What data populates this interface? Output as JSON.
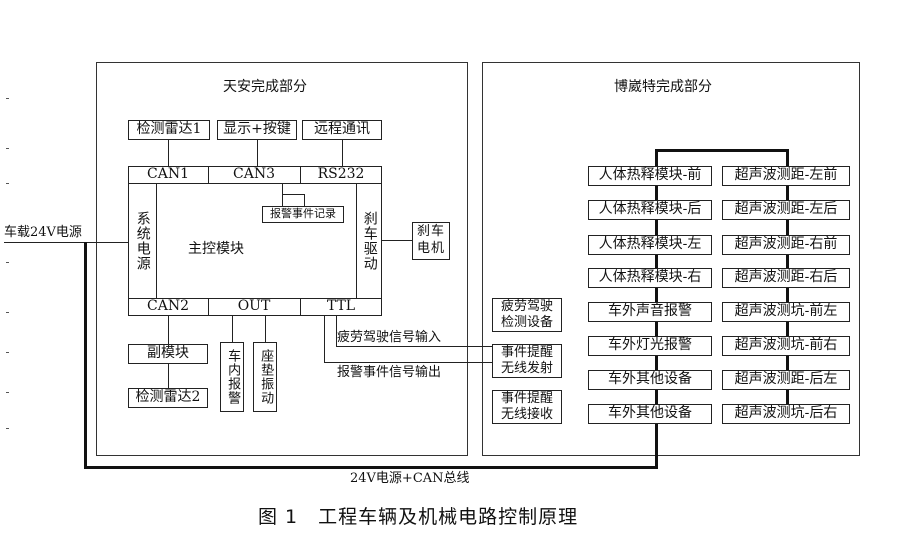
{
  "left_panel": {
    "title": "天安完成部分",
    "top_modules": [
      "检测雷达1",
      "显示+按键",
      "远程通讯"
    ],
    "ports_top": [
      "CAN1",
      "CAN3",
      "RS232"
    ],
    "ports_bottom": [
      "CAN2",
      "OUT",
      "TTL"
    ],
    "system_power": "系统电源",
    "brake_drive": "刹车驱动",
    "main_module": "主控模块",
    "alarm_record": "报警事件记录",
    "brake_motor": "刹车电机",
    "sub_module": "副模块",
    "radar2": "检测雷达2",
    "cabin_alarm": "车内报警",
    "seat_vibration": "座垫振动"
  },
  "power_label": "车载24V电源",
  "bus_label": "24V电源+CAN总线",
  "signals": {
    "fatigue_in": "疲劳驾驶信号输入",
    "alarm_out": "报警事件信号输出"
  },
  "middle_devices": [
    "疲劳驾驶检测设备",
    "事件提醒无线发射",
    "事件提醒无线接收"
  ],
  "right_panel": {
    "title": "博崴特完成部分",
    "left_column": [
      "人体热释模块-前",
      "人体热释模块-后",
      "人体热释模块-左",
      "人体热释模块-右",
      "车外声音报警",
      "车外灯光报警",
      "车外其他设备",
      "车外其他设备"
    ],
    "right_column": [
      "超声波测距-左前",
      "超声波测距-左后",
      "超声波测距-右前",
      "超声波测距-右后",
      "超声波测坑-前左",
      "超声波测坑-前右",
      "超声波测距-后左",
      "超声波测坑-后右"
    ]
  },
  "caption": "图 1　工程车辆及机械电路控制原理"
}
